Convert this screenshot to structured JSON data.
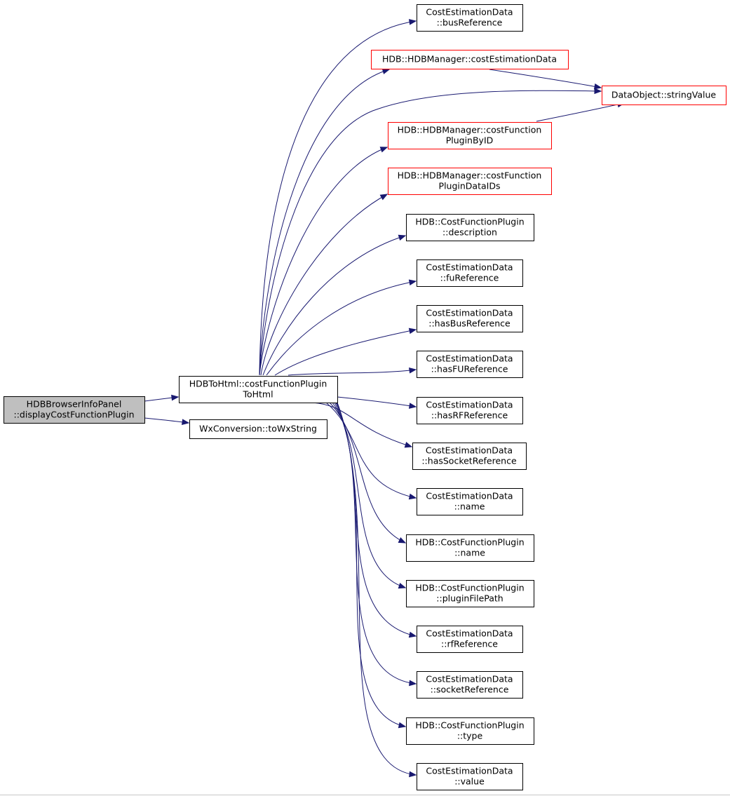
{
  "graph": {
    "nodes": {
      "root": [
        "HDBBrowserInfoPanel",
        "::displayCostFunctionPlugin"
      ],
      "tohtml": [
        "HDBToHtml::costFunctionPlugin",
        "ToHtml"
      ],
      "towx": [
        "WxConversion::toWxString"
      ],
      "busref": [
        "CostEstimationData",
        "::busReference"
      ],
      "mgr_ced": [
        "HDB::HDBManager::costEstimationData"
      ],
      "stringvalue": [
        "DataObject::stringValue"
      ],
      "mgr_byid": [
        "HDB::HDBManager::costFunction",
        "PluginByID"
      ],
      "mgr_ids": [
        "HDB::HDBManager::costFunction",
        "PluginDataIDs"
      ],
      "cfp_desc": [
        "HDB::CostFunctionPlugin",
        "::description"
      ],
      "furef": [
        "CostEstimationData",
        "::fuReference"
      ],
      "hasbus": [
        "CostEstimationData",
        "::hasBusReference"
      ],
      "hasfu": [
        "CostEstimationData",
        "::hasFUReference"
      ],
      "hasrf": [
        "CostEstimationData",
        "::hasRFReference"
      ],
      "hassock": [
        "CostEstimationData",
        "::hasSocketReference"
      ],
      "ced_name": [
        "CostEstimationData",
        "::name"
      ],
      "cfp_name": [
        "HDB::CostFunctionPlugin",
        "::name"
      ],
      "cfp_path": [
        "HDB::CostFunctionPlugin",
        "::pluginFilePath"
      ],
      "rfref": [
        "CostEstimationData",
        "::rfReference"
      ],
      "sockref": [
        "CostEstimationData",
        "::socketReference"
      ],
      "cfp_type": [
        "HDB::CostFunctionPlugin",
        "::type"
      ],
      "ced_value": [
        "CostEstimationData",
        "::value"
      ]
    },
    "edges": [
      [
        "root",
        "tohtml"
      ],
      [
        "root",
        "towx"
      ],
      [
        "tohtml",
        "busref"
      ],
      [
        "tohtml",
        "mgr_ced"
      ],
      [
        "tohtml",
        "stringvalue"
      ],
      [
        "tohtml",
        "mgr_byid"
      ],
      [
        "tohtml",
        "mgr_ids"
      ],
      [
        "tohtml",
        "cfp_desc"
      ],
      [
        "tohtml",
        "furef"
      ],
      [
        "tohtml",
        "hasbus"
      ],
      [
        "tohtml",
        "hasfu"
      ],
      [
        "tohtml",
        "hasrf"
      ],
      [
        "tohtml",
        "hassock"
      ],
      [
        "tohtml",
        "ced_name"
      ],
      [
        "tohtml",
        "cfp_name"
      ],
      [
        "tohtml",
        "cfp_path"
      ],
      [
        "tohtml",
        "rfref"
      ],
      [
        "tohtml",
        "sockref"
      ],
      [
        "tohtml",
        "cfp_type"
      ],
      [
        "tohtml",
        "ced_value"
      ],
      [
        "mgr_ced",
        "stringvalue"
      ],
      [
        "mgr_byid",
        "stringvalue"
      ]
    ],
    "colors": {
      "edge": "#191970",
      "border": "#000000",
      "border_incomplete": "#ff0000",
      "root_fill": "#bfbfbf"
    }
  }
}
